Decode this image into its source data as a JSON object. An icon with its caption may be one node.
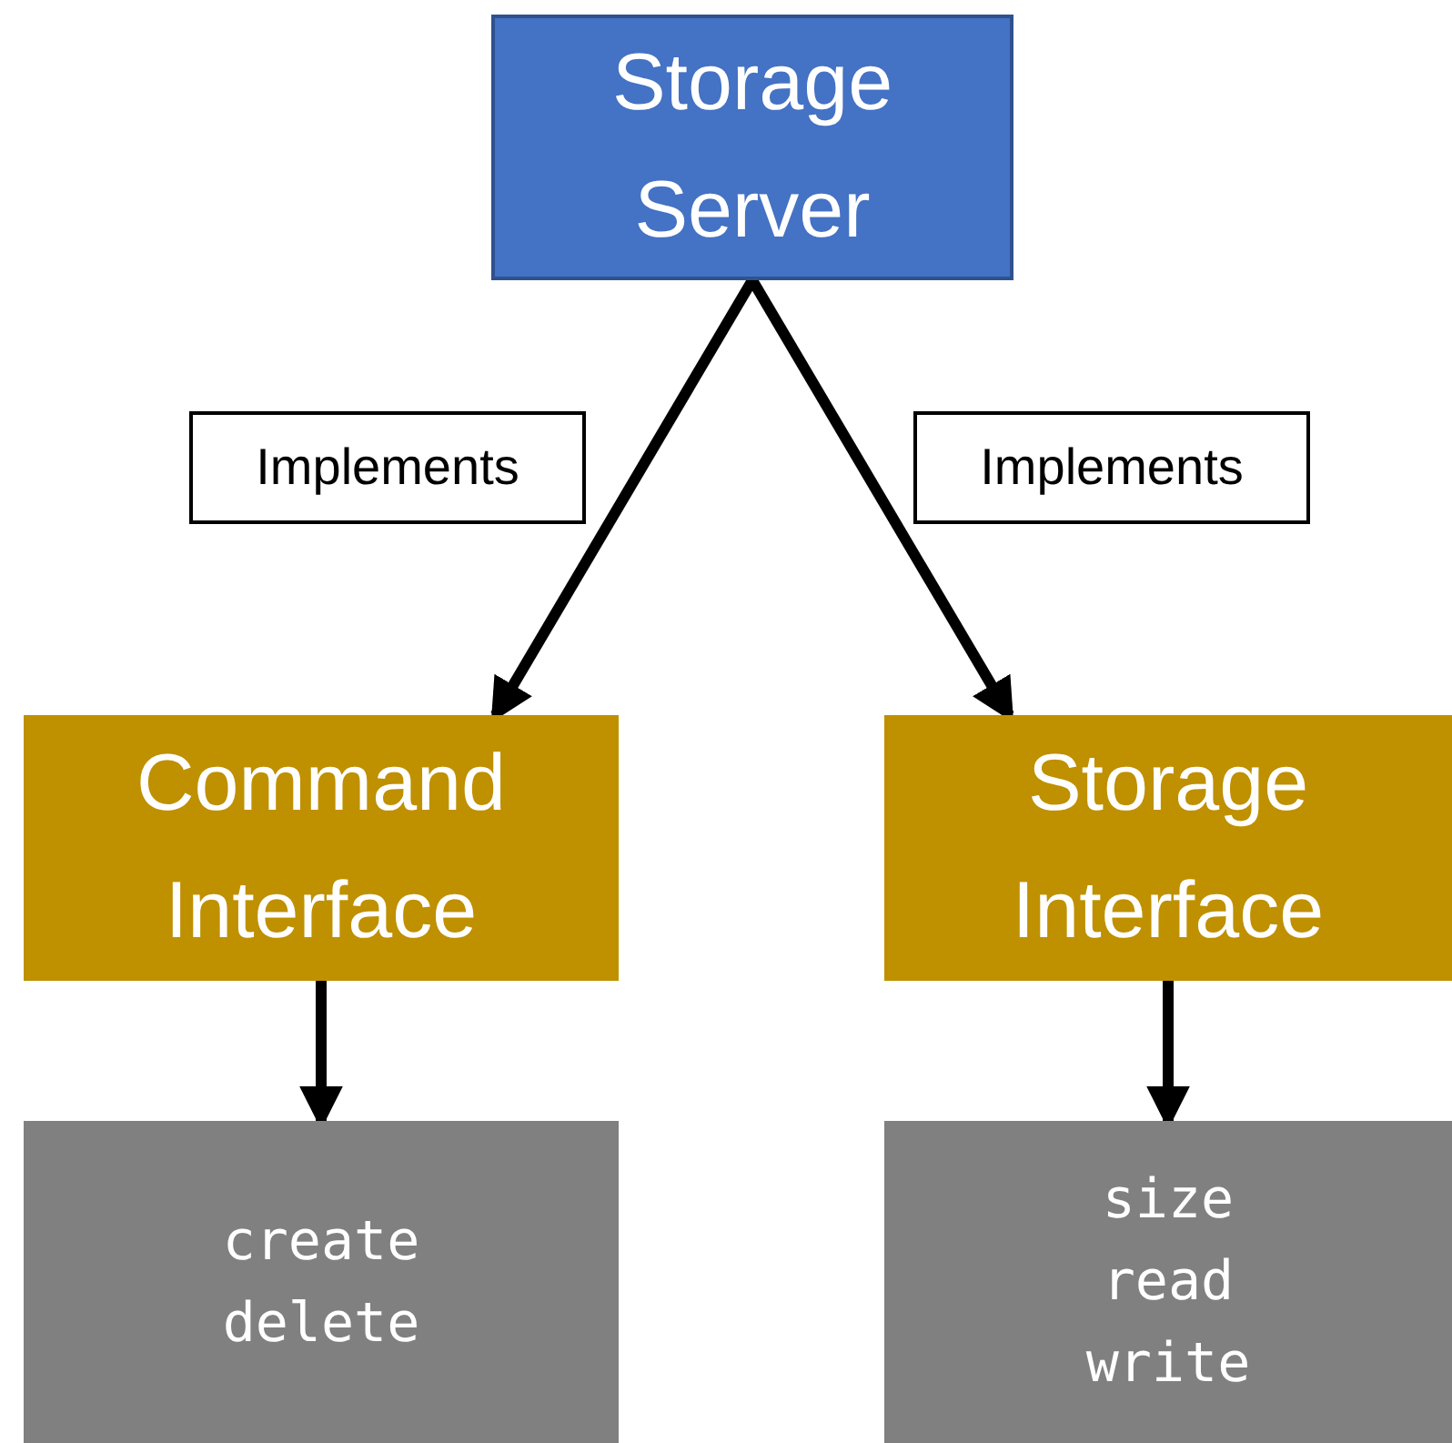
{
  "diagram": {
    "nodes": [
      {
        "text": [
          "Storage Server"
        ]
      },
      {
        "text": [
          "Command Interface"
        ]
      },
      {
        "text": [
          "Storage Interface"
        ]
      },
      {
        "text": [
          "create",
          "delete"
        ]
      },
      {
        "text": [
          "size",
          "read",
          "write"
        ]
      }
    ],
    "edges": [
      {
        "from": 0,
        "to": 1,
        "arrow": "to",
        "label": "Implements"
      },
      {
        "from": 0,
        "to": 2,
        "arrow": "to",
        "label": "Implements"
      },
      {
        "from": 1,
        "to": 3,
        "arrow": "to"
      },
      {
        "from": 2,
        "to": 4,
        "arrow": "to"
      }
    ]
  }
}
